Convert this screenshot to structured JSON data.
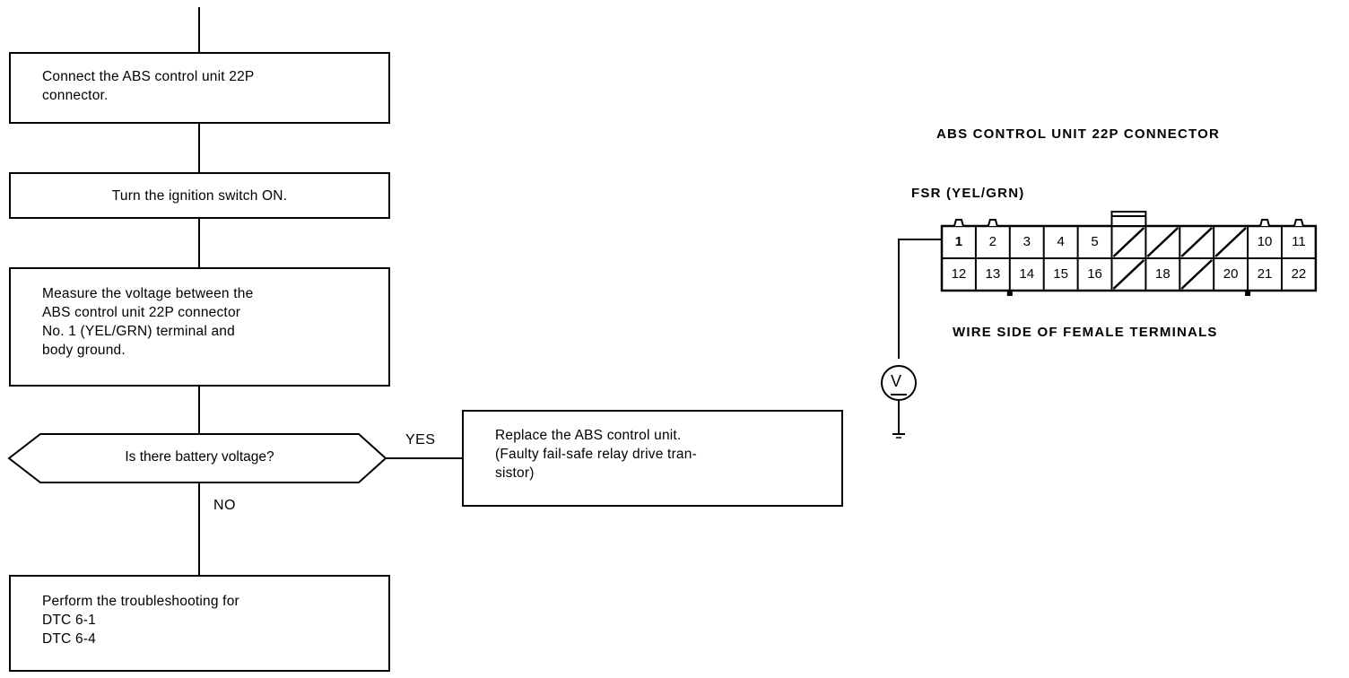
{
  "flowchart": {
    "steps": [
      {
        "id": "connect",
        "lines": [
          "Connect the ABS control unit 22P",
          "connector."
        ]
      },
      {
        "id": "ignition",
        "lines": [
          "Turn the ignition switch ON."
        ]
      },
      {
        "id": "measure",
        "lines": [
          "Measure the voltage between the",
          "ABS control unit 22P connector",
          "No. 1 (YEL/GRN) terminal and",
          "body ground."
        ]
      },
      {
        "id": "perform",
        "lines": [
          "Perform the troubleshooting for",
          "DTC 6-1",
          "DTC 6-4"
        ]
      }
    ],
    "decision": {
      "question": "Is there battery voltage?",
      "yes_label": "YES",
      "no_label": "NO"
    },
    "yes_result": {
      "lines": [
        "Replace the ABS control unit.",
        "(Faulty fail-safe relay drive tran-",
        "sistor)"
      ]
    }
  },
  "connector": {
    "title": "ABS CONTROL UNIT 22P CONNECTOR",
    "wire_label": "FSR (YEL/GRN)",
    "caption": "WIRE SIDE OF FEMALE TERMINALS",
    "meter_symbol": "V",
    "top_row": [
      "1",
      "2",
      "3",
      "4",
      "5",
      "",
      "",
      "",
      "",
      "10",
      "11"
    ],
    "bottom_row": [
      "12",
      "13",
      "14",
      "15",
      "16",
      "",
      "18",
      "",
      "20",
      "21",
      "22"
    ],
    "highlighted_terminal": "1"
  }
}
